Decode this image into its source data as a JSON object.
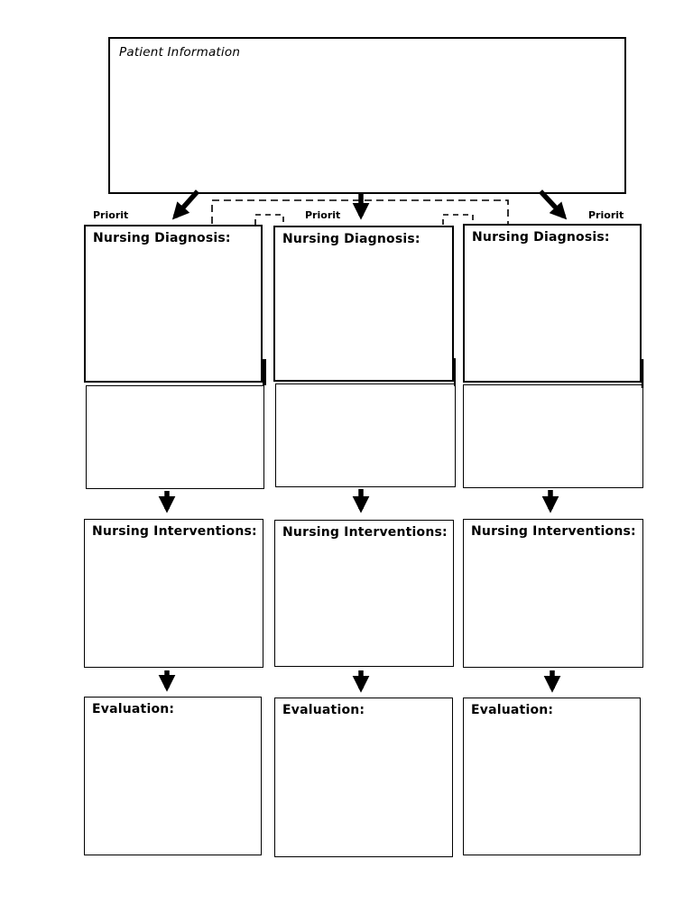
{
  "page": {
    "background": "#ffffff",
    "line_color": "#000000"
  },
  "patient_info": {
    "label": "Patient Information"
  },
  "columns": [
    {
      "priority_label": "Priorit",
      "diagnosis_label": "Nursing Diagnosis:",
      "interventions_label": "Nursing Interventions:",
      "evaluation_label": "Evaluation:"
    },
    {
      "priority_label": "Priorit",
      "diagnosis_label": "Nursing Diagnosis:",
      "interventions_label": "Nursing Interventions:",
      "evaluation_label": "Evaluation:"
    },
    {
      "priority_label": "Priorit",
      "diagnosis_label": "Nursing Diagnosis:",
      "interventions_label": "Nursing Interventions:",
      "evaluation_label": "Evaluation:"
    }
  ]
}
